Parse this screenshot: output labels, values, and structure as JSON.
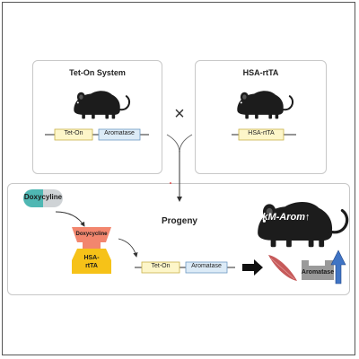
{
  "top_left": {
    "title": "Tet-On System",
    "tet_on_label": "Tet-On",
    "aromatase_label": "Aromatase"
  },
  "top_right": {
    "title": "HSA-rtTA",
    "hsa_label": "HSA-rtTA"
  },
  "cross_symbol": "×",
  "bottom": {
    "doxycycline_pill_label": "Doxycyline",
    "doxycycline_bound_label": "Doxycycline",
    "hsa_rttta_label_line1": "HSA-",
    "hsa_rttta_label_line2": "rtTA",
    "progeny_label": "Progeny",
    "tet_on_label": "Tet-On",
    "aromatase_label": "Aromatase",
    "protein_label": "Aromatase",
    "skm_arom_label": "SkM-Arom↑"
  },
  "colors": {
    "tet_on_fill": "#fdf6c9",
    "tet_on_stroke": "#c9b24a",
    "aromatase_fill": "#dcebf7",
    "aromatase_stroke": "#6d98c2",
    "pill_teal": "#4fb7b3",
    "pill_gray": "#cfd3d6",
    "doxy_salmon": "#f2866e",
    "hsa_yellow": "#f6c218",
    "muscle_red": "#c65a5a",
    "protein_gray": "#9a9a9a",
    "up_arrow_blue": "#3f74c4"
  }
}
